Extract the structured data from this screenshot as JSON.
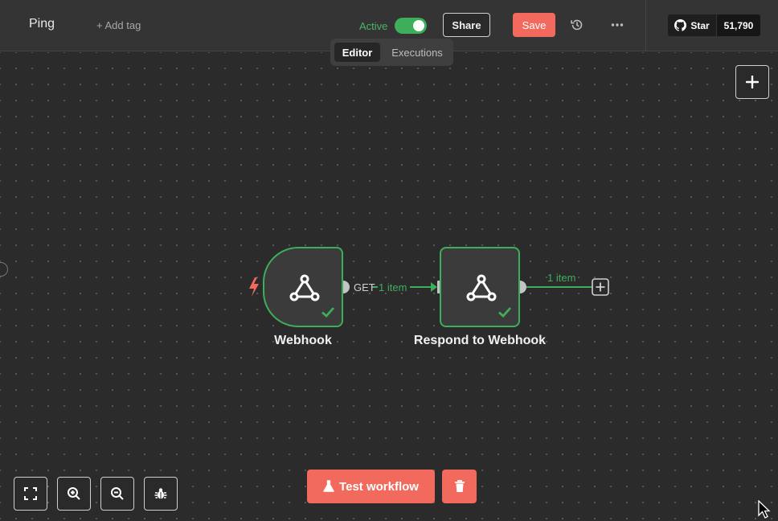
{
  "header": {
    "workflow_name": "Ping",
    "add_tag_label": "+ Add tag",
    "active_label": "Active",
    "active_state": true,
    "share_label": "Share",
    "save_label": "Save",
    "github_star_label": "Star",
    "github_star_count": "51,790"
  },
  "tabs": [
    {
      "label": "Editor",
      "selected": true
    },
    {
      "label": "Executions",
      "selected": false
    }
  ],
  "nodes": [
    {
      "name": "Webhook",
      "icon": "webhook-icon",
      "status": "success",
      "trigger": true
    },
    {
      "name": "Respond to Webhook",
      "icon": "webhook-icon",
      "status": "success",
      "trigger": false
    }
  ],
  "edges": {
    "webhook_output_label": "GET",
    "webhook_to_respond_items": "1 item",
    "respond_output_items": "1 item"
  },
  "footer": {
    "test_workflow_label": "Test workflow"
  },
  "colors": {
    "accent": "#f26a5d",
    "success": "#3fae5a",
    "canvas": "#2b2b2b",
    "header": "#343434"
  }
}
